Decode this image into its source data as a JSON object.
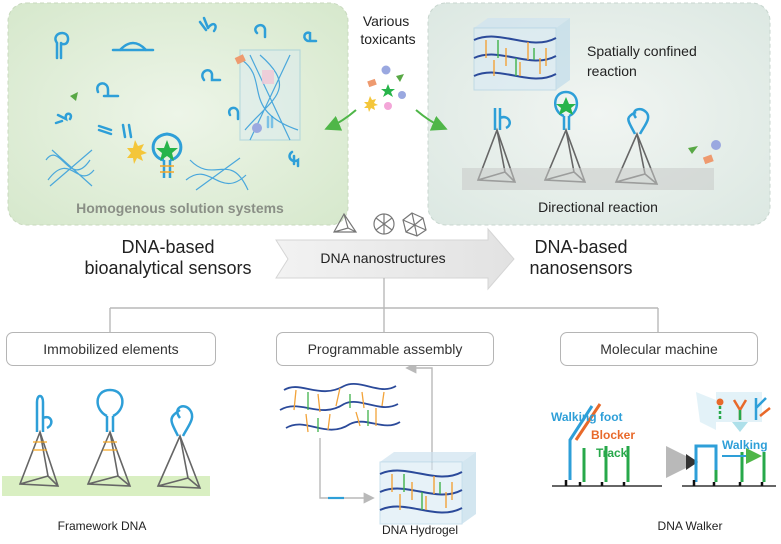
{
  "top_left_panel": {
    "caption": "Homogenous solution systems"
  },
  "toxicants": {
    "label": "Various\ntoxicants"
  },
  "top_right_panel": {
    "spatial_label": "Spatially confined\nreaction",
    "directional_label": "Directional reaction"
  },
  "middle": {
    "left_heading": "DNA-based\nbioanalytical sensors",
    "arrow_label": "DNA nanostructures",
    "right_heading": "DNA-based\nnanosensors"
  },
  "categories": [
    {
      "label": "Immobilized elements",
      "caption": "Framework DNA"
    },
    {
      "label": "Programmable assembly",
      "caption": "DNA Hydrogel"
    },
    {
      "label": "Molecular machine",
      "caption": "DNA Walker"
    }
  ],
  "walker": {
    "walking_foot": "Walking foot",
    "blocker": "Blocker",
    "track": "Track",
    "walking": "Walking"
  },
  "colors": {
    "panel_left": "#e2efdc",
    "panel_right": "#e9f0ec",
    "dna_blue": "#2e9fd8",
    "blocker_orange": "#e8692a",
    "track_green": "#27a84a",
    "caption_gray": "#8a8f86",
    "arrow_gray": "#e6e6e6"
  }
}
